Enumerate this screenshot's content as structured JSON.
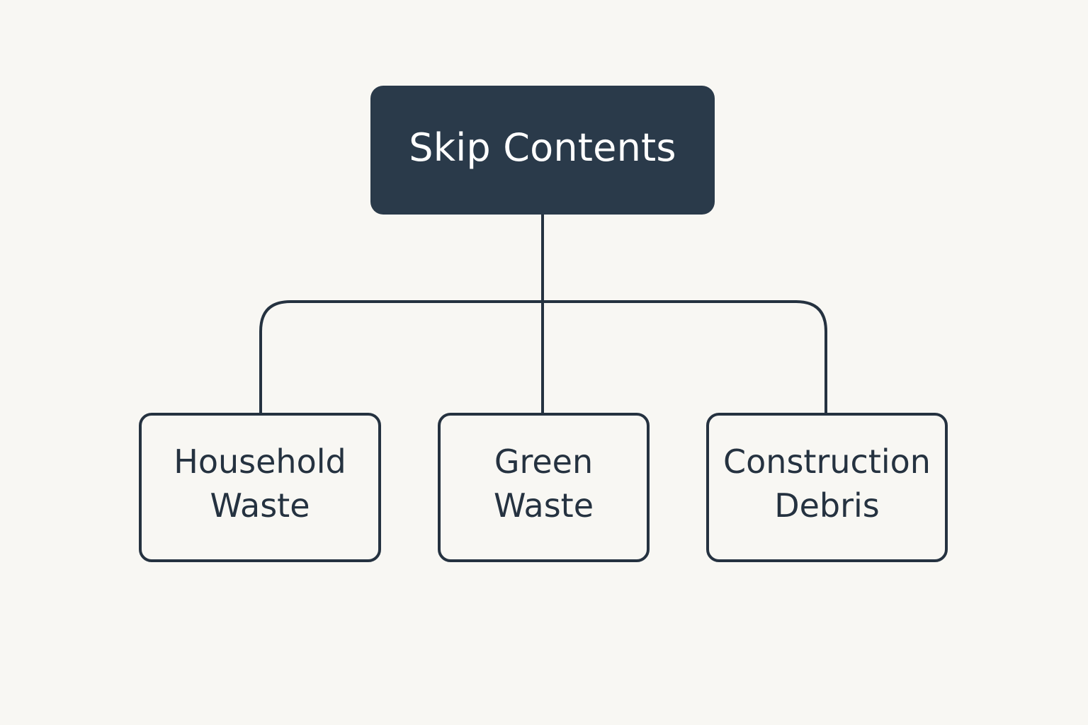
{
  "diagram": {
    "root": {
      "label": "Skip Contents"
    },
    "children": [
      {
        "label": "Household\nWaste"
      },
      {
        "label": "Green\nWaste"
      },
      {
        "label": "Construction\nDebris"
      }
    ]
  },
  "colors": {
    "background": "#f8f7f3",
    "root_fill": "#2a3a4a",
    "line": "#253240",
    "text_dark": "#253240",
    "text_light": "#ffffff"
  }
}
